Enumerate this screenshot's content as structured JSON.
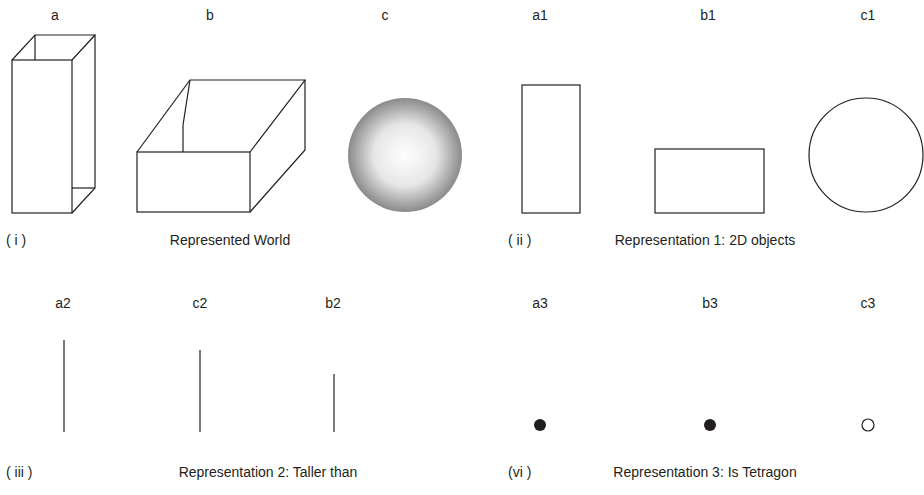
{
  "diagram": {
    "labels": [
      "a",
      "b",
      "c",
      "a1",
      "b1",
      "c1",
      "( i )",
      "Represented World",
      "( ii )",
      "Representation 1: 2D objects",
      "a2",
      "c2",
      "b2",
      "( iii )",
      "Representation 2: Taller than",
      "a3",
      "b3",
      "c3",
      "(vi )",
      "Representation 3: Is Tetragon"
    ]
  }
}
